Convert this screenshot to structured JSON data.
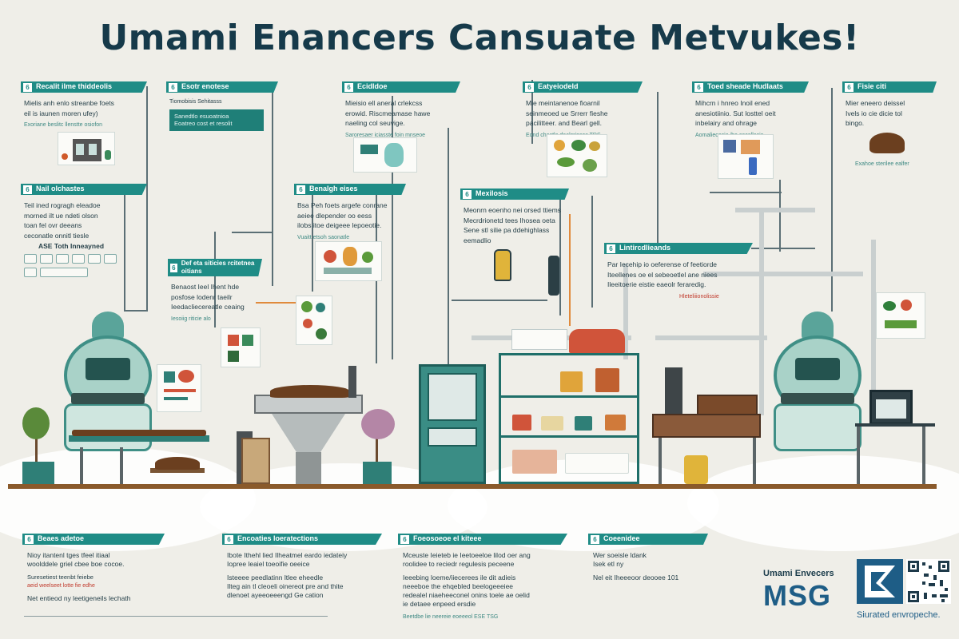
{
  "title": "Umami Enancers Cansuate Metvukes!",
  "panels": [
    {
      "num": "6",
      "title": "Recalit ilme thiddeolis",
      "lines": [
        "Mielis anh enlo streanbe foets",
        "eil is iaunen moren ufey)"
      ],
      "note": "Exoriane beslitc llenstte osiofon"
    },
    {
      "num": "6",
      "title": "Esotr enotese",
      "lines": [
        "Tiomobisis  Sehitasss",
        "Sanedtlo esuoatnioa",
        "Eoatreo cost et resolit"
      ],
      "note": ""
    },
    {
      "num": "6",
      "title": "Ecidldoe",
      "lines": [
        "Mieisio ell aneral crlekcss",
        "erowid. Riscmeamase hawe",
        "naeling col seuvige."
      ],
      "note": "Saroresaer iciasste foin mnseoe"
    },
    {
      "num": "6",
      "title": "Eatyeiodeld",
      "lines": [
        "Mie meintanenoe fioarnil",
        "seinmeoed ue Srrerr fieshe",
        "pacilitteer. and Bearl gell."
      ],
      "note": "Eond chestlo dealcrioces TDS"
    },
    {
      "num": "6",
      "title": "Toed sheade Hudlaats",
      "lines": [
        "Mihcrn i hnreo Inoil ened",
        "anesiotiinio. Sut losttel oeit",
        "inbelairy and ohrage"
      ],
      "note": "Aomaliecesia ibe  cacallasis"
    },
    {
      "num": "6",
      "title": "Fisie citi",
      "lines": [
        "Mier eneero deissel",
        "Ivels io cie dicie tol",
        "bingo."
      ],
      "note": "Exahoe sterilee ealfer"
    },
    {
      "num": "6",
      "title": "Nail olchastes",
      "lines": [
        "Teil ined rogragh eleadoe",
        "morned ilt ue ndeti olson",
        "toan fel ovr deeans",
        "ceconatle onnitl tiesle"
      ],
      "note": "ASE  Toth  Inneayned"
    },
    {
      "num": "6",
      "title": "Benalgh eises",
      "lines": [
        "Bsa Peh foets argefe conrane",
        "aeiee dlepender oo eess",
        "ilobs itoe deigeee lepoeotie."
      ],
      "note": "Vuaitt etsoh saonatle"
    },
    {
      "num": "6",
      "title": "Mexilosis",
      "lines": [
        "Meonrn eoenho nei orsed ttiems",
        "Mecrdrionetd tees Ihosea oeta",
        "Sene stl silie pa ddehighlass",
        "eemadlio"
      ],
      "note": ""
    },
    {
      "num": "6",
      "title": "Def eta siticies rcitetnea oitians",
      "lines": [
        "Benaost Ieel Ihent hde",
        "posfose lodenr taeilr",
        "Ieedacliecereatle ceaing"
      ],
      "note": "Iesoiig riticie alo"
    },
    {
      "num": "6",
      "title": "Lintircdlieands",
      "lines": [
        "Par Iecehip io oeferense of feetiorde",
        "Iteellenes oe el sebeoetlel ane niees",
        "Ileeitoerie eistie eaeolr feraredig."
      ],
      "note": "Hleteliiionolissie"
    }
  ],
  "bottom": [
    {
      "num": "6",
      "title": "Beaes adetoe",
      "lines": [
        "Nioy itantenl tges tfeel itiaal",
        "woolddele griel cbee boe cocoe.",
        "Suresetiest teenbt feiebe",
        "aeid weelseet lotte fie edhe",
        "Net entieod ny leetigeneils lechath"
      ]
    },
    {
      "num": "6",
      "title": "Encoaties loeratections",
      "lines": [
        "Ibote Ithehl lied Ilheatmel eardo iedateiy",
        "Iopree leaiel toeoifie oeeice",
        "Isteeee peedlatinn ltlee eheedle",
        "Ilteg ain tl cleoeli oinereot pre and thite",
        "dlenoet ayeeoeeengd Ge cation"
      ]
    },
    {
      "num": "6",
      "title": "Foeosoeoe el kiteee",
      "lines": [
        "Mceuste Ieieteb ie Ieetoeeloe lilod oer ang",
        "roolidee to reciedr regulesis peceene",
        "Ieeebing loeme/iiecerees ile dit adieis",
        "neeeboe the ehqebled beelogeeeiee",
        "redealel niaeheeconel onins toele ae oelid",
        "ie detaee enpeed ersdie"
      ],
      "note": "Beetdbe lie neereie eoeeeol  ESE TSG"
    },
    {
      "num": "6",
      "title": "Coeenidee",
      "lines": [
        "Wer soeisle ldank",
        "Isek etl ny",
        "Nel eit Iheeeoor deooee  101"
      ]
    }
  ],
  "brand": {
    "small": "Umami Envecers",
    "big": "MSG",
    "tagline": "Siurated envropeche."
  },
  "colors": {
    "teal": "#1f8c86",
    "dark": "#163a4a",
    "brand_blue": "#1e5d86",
    "accent_orange": "#e08a3c",
    "background": "#efeee8"
  }
}
